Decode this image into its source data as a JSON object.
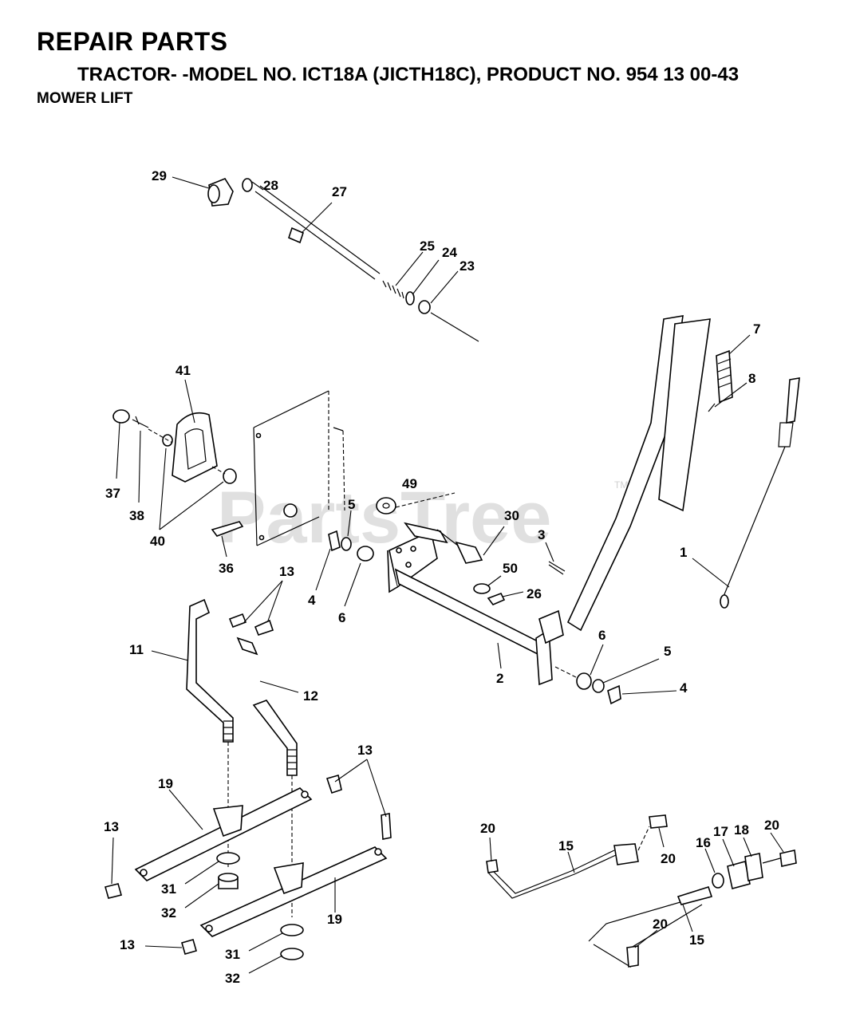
{
  "header": {
    "title": "REPAIR PARTS",
    "subtitle": "TRACTOR- -MODEL NO. ICT18A (JICTH18C), PRODUCT NO. 954 13   00-43",
    "section": "MOWER LIFT"
  },
  "watermark": {
    "text": "PartsTree",
    "tm": "TM"
  },
  "callouts": [
    {
      "id": "c29",
      "label": "29"
    },
    {
      "id": "c28",
      "label": "28"
    },
    {
      "id": "c27",
      "label": "27"
    },
    {
      "id": "c25",
      "label": "25"
    },
    {
      "id": "c24",
      "label": "24"
    },
    {
      "id": "c23",
      "label": "23"
    },
    {
      "id": "c41",
      "label": "41"
    },
    {
      "id": "c37",
      "label": "37"
    },
    {
      "id": "c38",
      "label": "38"
    },
    {
      "id": "c40",
      "label": "40"
    },
    {
      "id": "c36",
      "label": "36"
    },
    {
      "id": "c49",
      "label": "49"
    },
    {
      "id": "c5a",
      "label": "5"
    },
    {
      "id": "c4a",
      "label": "4"
    },
    {
      "id": "c6a",
      "label": "6"
    },
    {
      "id": "c30",
      "label": "30"
    },
    {
      "id": "c3",
      "label": "3"
    },
    {
      "id": "c50",
      "label": "50"
    },
    {
      "id": "c26",
      "label": "26"
    },
    {
      "id": "c7",
      "label": "7"
    },
    {
      "id": "c8",
      "label": "8"
    },
    {
      "id": "c1",
      "label": "1"
    },
    {
      "id": "c13a",
      "label": "13"
    },
    {
      "id": "c11",
      "label": "11"
    },
    {
      "id": "c12",
      "label": "12"
    },
    {
      "id": "c2",
      "label": "2"
    },
    {
      "id": "c6b",
      "label": "6"
    },
    {
      "id": "c5b",
      "label": "5"
    },
    {
      "id": "c4b",
      "label": "4"
    },
    {
      "id": "c13b",
      "label": "13"
    },
    {
      "id": "c19a",
      "label": "19"
    },
    {
      "id": "c13c",
      "label": "13"
    },
    {
      "id": "c31a",
      "label": "31"
    },
    {
      "id": "c32a",
      "label": "32"
    },
    {
      "id": "c19b",
      "label": "19"
    },
    {
      "id": "c13d",
      "label": "13"
    },
    {
      "id": "c31b",
      "label": "31"
    },
    {
      "id": "c32b",
      "label": "32"
    },
    {
      "id": "c20a",
      "label": "20"
    },
    {
      "id": "c15a",
      "label": "15"
    },
    {
      "id": "c20b",
      "label": "20"
    },
    {
      "id": "c16",
      "label": "16"
    },
    {
      "id": "c17",
      "label": "17"
    },
    {
      "id": "c18",
      "label": "18"
    },
    {
      "id": "c20c",
      "label": "20"
    },
    {
      "id": "c20d",
      "label": "20"
    },
    {
      "id": "c15b",
      "label": "15"
    }
  ]
}
